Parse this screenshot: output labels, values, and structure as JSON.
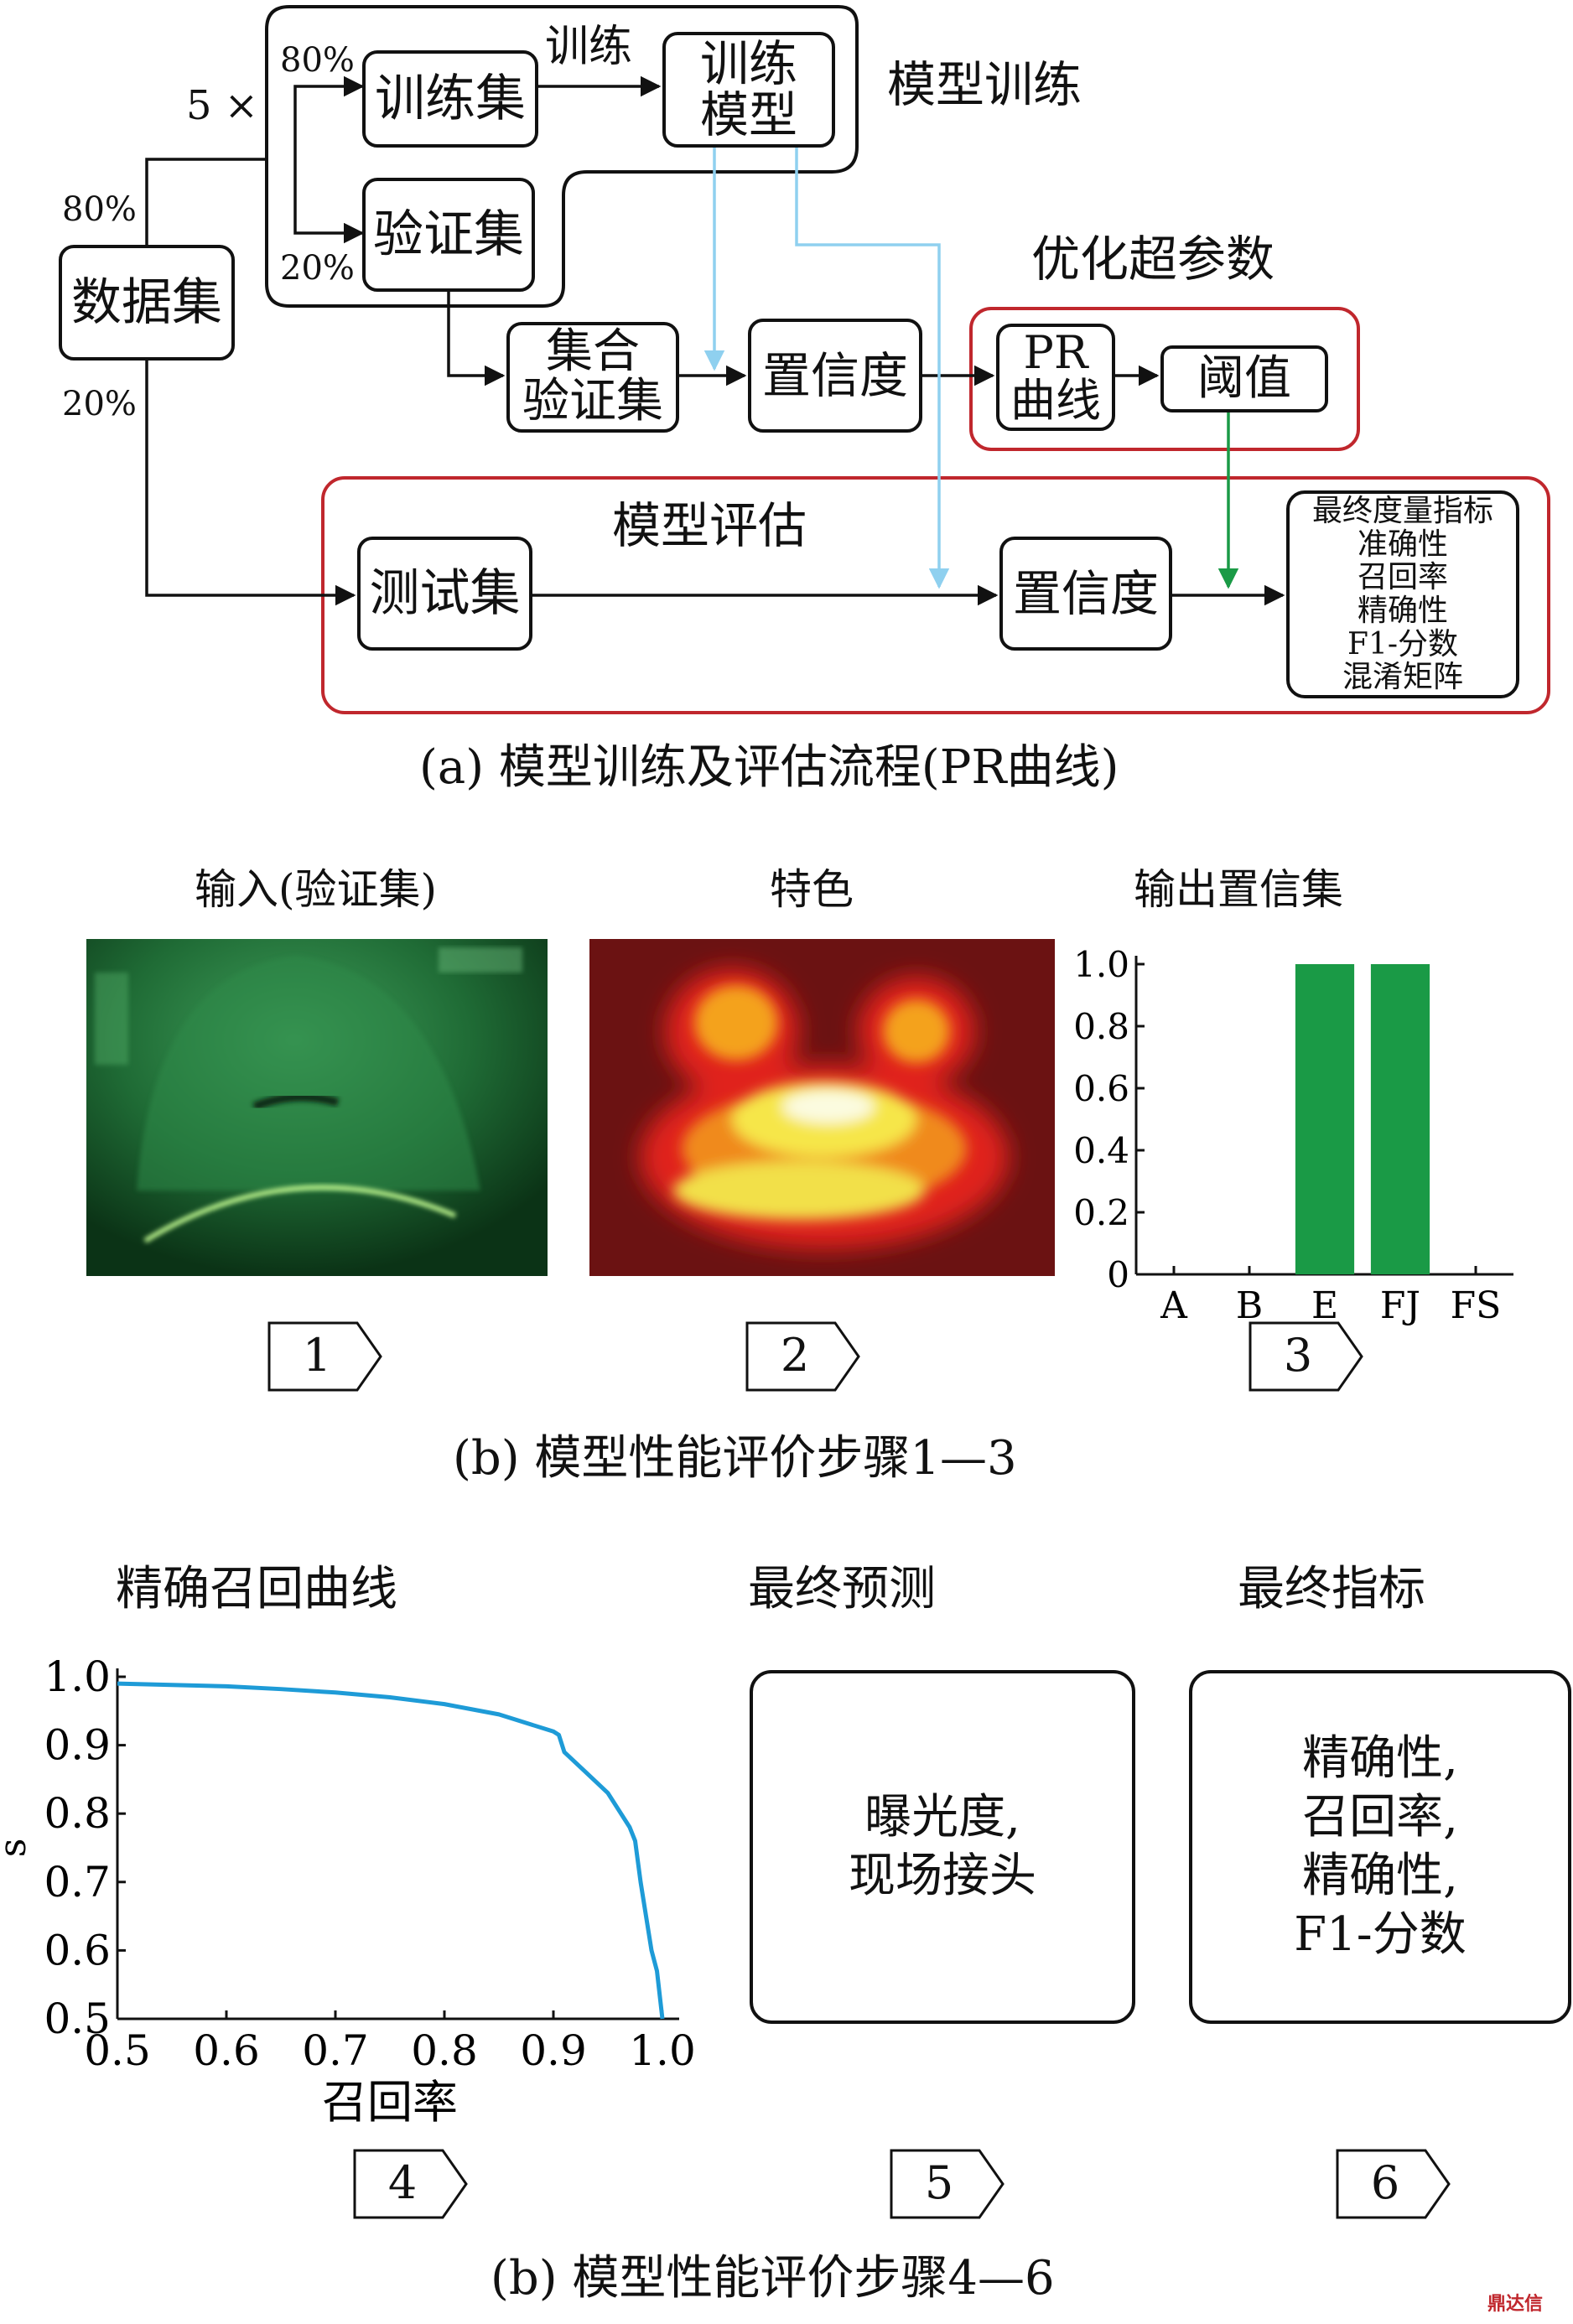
{
  "flowchart": {
    "caption": "(a) 模型训练及评估流程(PR曲线)",
    "repeat_label": "5 ×",
    "nodes": {
      "dataset": "数据集",
      "train_set": "训练集",
      "val_set": "验证集",
      "trained_model": [
        "训练",
        "模型"
      ],
      "merged_val": [
        "集合",
        "验证集"
      ],
      "confidence_top": "置信度",
      "pr_curve": [
        "PR",
        "曲线"
      ],
      "threshold": "阈值",
      "test_set": "测试集",
      "confidence_bottom": "置信度",
      "final_metrics": [
        "最终度量指标",
        "准确性",
        "召回率",
        "精确性",
        "F1-分数",
        "混淆矩阵"
      ]
    },
    "group_labels": {
      "model_training": "模型训练",
      "optimize_hyperparams": "优化超参数",
      "model_eval": "模型评估"
    },
    "edge_labels": {
      "train": "训练",
      "split_80_inner": "80%",
      "split_20_inner": "20%",
      "split_80_outer": "80%",
      "split_20_outer": "20%"
    },
    "colors": {
      "outline": "#111111",
      "group_red": "#c0272d",
      "light_blue": "#8fd0ef",
      "green": "#1a9a46"
    }
  },
  "steps_b1": {
    "caption": "(b) 模型性能评价步骤1—3",
    "panel_titles": [
      "输入(验证集)",
      "特色",
      "输出置信集"
    ],
    "step_numbers": [
      "1",
      "2",
      "3"
    ],
    "image_descriptions": [
      "green-tinted inspection input image",
      "red-yellow feature heatmap"
    ]
  },
  "confidence_chart": {
    "chart_data": {
      "type": "bar",
      "categories": [
        "A",
        "B",
        "E",
        "FJ",
        "FS"
      ],
      "values": [
        0,
        0,
        1.0,
        1.0,
        0
      ],
      "title": "输出置信集",
      "xlabel": "",
      "ylabel": "",
      "ylim": [
        0,
        1.0
      ],
      "yticks": [
        "0",
        "0.2",
        "0.4",
        "0.6",
        "0.8",
        "1.0"
      ],
      "bar_color": "#1a9a46",
      "grid": false
    }
  },
  "pr_chart": {
    "chart_data": {
      "type": "line",
      "title": "精确召回曲线",
      "xlabel": "召回率",
      "ylabel": "s",
      "xlim": [
        0.5,
        1.0
      ],
      "ylim": [
        0.5,
        1.0
      ],
      "xticks": [
        "0.5",
        "0.6",
        "0.7",
        "0.8",
        "0.9",
        "1.0"
      ],
      "yticks": [
        "0.5",
        "0.6",
        "0.7",
        "0.8",
        "0.9",
        "1.0"
      ],
      "series": [
        {
          "color": "#1e9bd7",
          "x": [
            0.5,
            0.55,
            0.6,
            0.65,
            0.7,
            0.75,
            0.8,
            0.85,
            0.9,
            0.905,
            0.91,
            0.93,
            0.95,
            0.97,
            0.975,
            0.98,
            0.99,
            0.995,
            1.0
          ],
          "y": [
            0.99,
            0.988,
            0.986,
            0.982,
            0.977,
            0.97,
            0.96,
            0.945,
            0.92,
            0.915,
            0.89,
            0.86,
            0.83,
            0.78,
            0.76,
            0.7,
            0.6,
            0.57,
            0.5
          ]
        }
      ]
    }
  },
  "steps_b2": {
    "caption": "(b) 模型性能评价步骤4—6",
    "panel_titles": [
      "精确召回曲线",
      "最终预测",
      "最终指标"
    ],
    "step_numbers": [
      "4",
      "5",
      "6"
    ],
    "final_prediction": [
      "曝光度,",
      "现场接头"
    ],
    "final_metrics": [
      "精确性,",
      "召回率,",
      "精确性,",
      "F1-分数"
    ]
  },
  "watermark": "鼎达信"
}
